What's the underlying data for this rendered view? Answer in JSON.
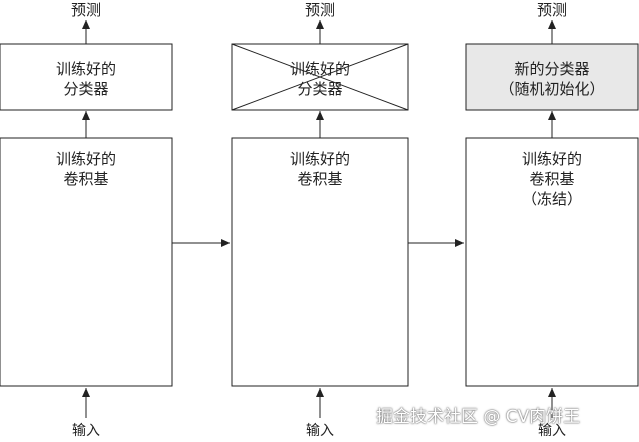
{
  "columns": [
    {
      "prediction": "预测",
      "classifier": [
        "训练好的",
        "分类器"
      ],
      "conv_base": [
        "训练好的",
        "卷积基"
      ],
      "input": "输入",
      "classifier_crossed": false,
      "classifier_shaded": false
    },
    {
      "prediction": "预测",
      "classifier": [
        "训练好的",
        "分类器"
      ],
      "conv_base": [
        "训练好的",
        "卷积基"
      ],
      "input": "输入",
      "classifier_crossed": true,
      "classifier_shaded": false
    },
    {
      "prediction": "预测",
      "classifier": [
        "新的分类器",
        "（随机初始化）"
      ],
      "conv_base": [
        "训练好的",
        "卷积基",
        "（冻结）"
      ],
      "input": "输入",
      "classifier_crossed": false,
      "classifier_shaded": true
    }
  ],
  "watermark": "掘金技术社区 @ CV肉饼王",
  "colors": {
    "line": "#222222",
    "shaded": "#e8e8e8",
    "background": "#ffffff"
  }
}
